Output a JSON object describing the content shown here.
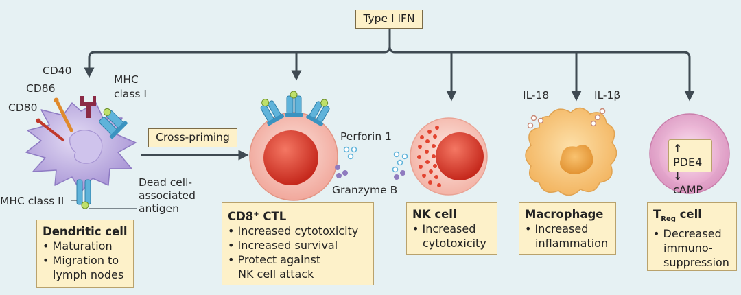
{
  "top_signal": "Type I IFN",
  "cross_priming": "Cross-priming",
  "dendritic": {
    "receptor_cd40": "CD40",
    "receptor_cd86": "CD86",
    "receptor_cd80": "CD80",
    "mhc1_line1": "MHC",
    "mhc1_line2": "class I",
    "mhc2": "MHC class II",
    "antigen_line1": "Dead cell-",
    "antigen_line2": "associated",
    "antigen_line3": "antigen",
    "title": "Dendritic cell",
    "item1": "• Maturation",
    "item2": "• Migration to",
    "item2_cont": "lymph nodes"
  },
  "ctl": {
    "title_main": "CD8",
    "title_sup": "+",
    "title_rest": " CTL",
    "perforin": "Perforin 1",
    "granzyme": "Granzyme B",
    "item1": "• Increased cytotoxicity",
    "item2": "• Increased survival",
    "item3": "• Protect against",
    "item3_cont": "NK cell attack"
  },
  "nk": {
    "title": "NK cell",
    "item1": "• Increased",
    "item1_cont": "cytotoxicity"
  },
  "macrophage": {
    "il18": "IL-18",
    "il1b": "IL-1β",
    "title": "Macrophage",
    "item1": "• Increased",
    "item1_cont": "inflammation"
  },
  "treg": {
    "title_T": "T",
    "title_sub": "Reg",
    "title_rest": " cell",
    "inner_line1": "↑ PDE4",
    "inner_line2": "↓ cAMP",
    "item1": "• Decreased",
    "item1_cont": "immuno-",
    "item1_cont2": "suppression"
  },
  "colors": {
    "background": "#e6f1f3",
    "arrow": "#3f4a52",
    "box_fill": "#fdf1c9",
    "dendritic_cell": "#b7a8dc",
    "ctl_cell": "#f3b8ad",
    "nk_cell": "#f6c5bb",
    "macrophage": "#f6c77e",
    "treg": "#e9b0d2",
    "receptor_blue": "#5fb3da",
    "cd40": "#8b2a45"
  }
}
